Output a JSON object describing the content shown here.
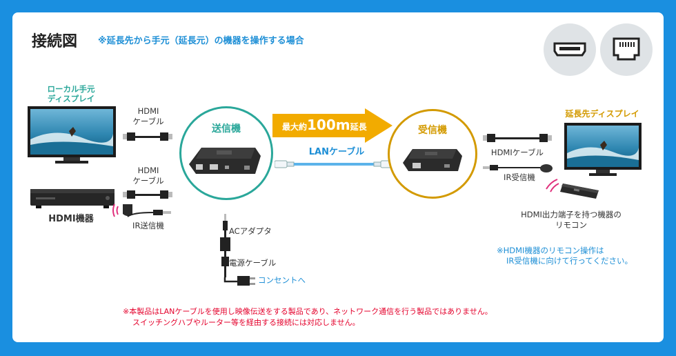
{
  "header": {
    "title": "接続図",
    "subtitle": "※延長先から手元（延長元）の機器を操作する場合"
  },
  "left": {
    "display_label_1": "ローカル手元",
    "display_label_2": "ディスプレイ",
    "device_label": "HDMI機器",
    "cable1_line1": "HDMI",
    "cable1_line2": "ケーブル",
    "cable2_line1": "HDMI",
    "cable2_line2": "ケーブル",
    "ir_label": "IR送信機"
  },
  "transmitter": {
    "label": "送信機",
    "ac_label": "ACアダプタ",
    "power_label": "電源ケーブル",
    "outlet_label": "コンセントへ"
  },
  "arrow": {
    "prefix": "最大約",
    "value": "100m",
    "suffix": "延長"
  },
  "lan_label": "LANケーブル",
  "receiver": {
    "label": "受信機"
  },
  "right": {
    "display_label": "延長先ディスプレイ",
    "hdmi_cable_label": "HDMIケーブル",
    "ir_receiver_label": "IR受信機",
    "remote_line1": "HDMI出力端子を持つ機器の",
    "remote_line2": "リモコン",
    "note_line1": "※HDMI機器のリモコン操作は",
    "note_line2": "IR受信機に向けて行ってください。"
  },
  "footer": {
    "line1": "※本製品はLANケーブルを使用し映像伝送をする製品であり、ネットワーク通信を行う製品ではありません。",
    "line2": "スイッチングハブやルーター等を経由する接続には対応しません。"
  },
  "colors": {
    "background": "#1a8fe0",
    "teal": "#2aa79a",
    "gold": "#d39a00",
    "arrow": "#f2ab00",
    "accent_blue": "#1e8fd6",
    "note_red": "#e4002b",
    "ir_pink": "#e0307c"
  }
}
